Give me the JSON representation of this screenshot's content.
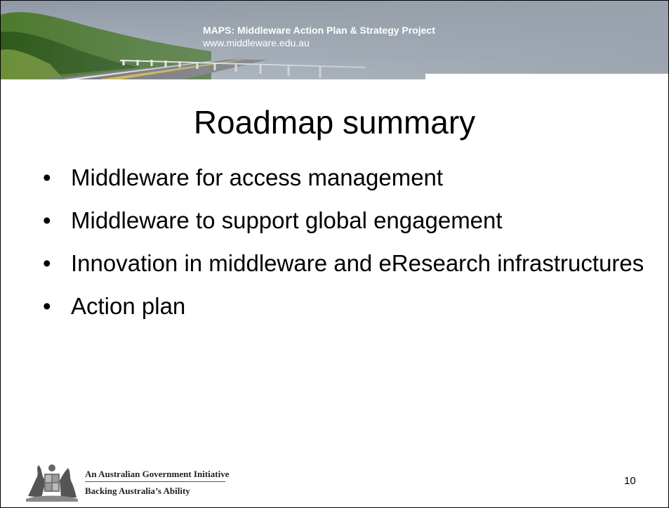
{
  "header": {
    "title": "MAPS: Middleware Action Plan & Strategy Project",
    "url": "www.middleware.edu.au"
  },
  "slide": {
    "title": "Roadmap summary",
    "bullets": [
      {
        "text": "Middleware for access management"
      },
      {
        "text": "Middleware to support global engagement"
      },
      {
        "text": "Innovation in middleware and eResearch infrastructures"
      },
      {
        "text": "Action plan"
      }
    ]
  },
  "footer": {
    "initiative": "An Australian Government Initiative",
    "tagline": "Backing Australia’s Ability",
    "page_number": "10"
  }
}
